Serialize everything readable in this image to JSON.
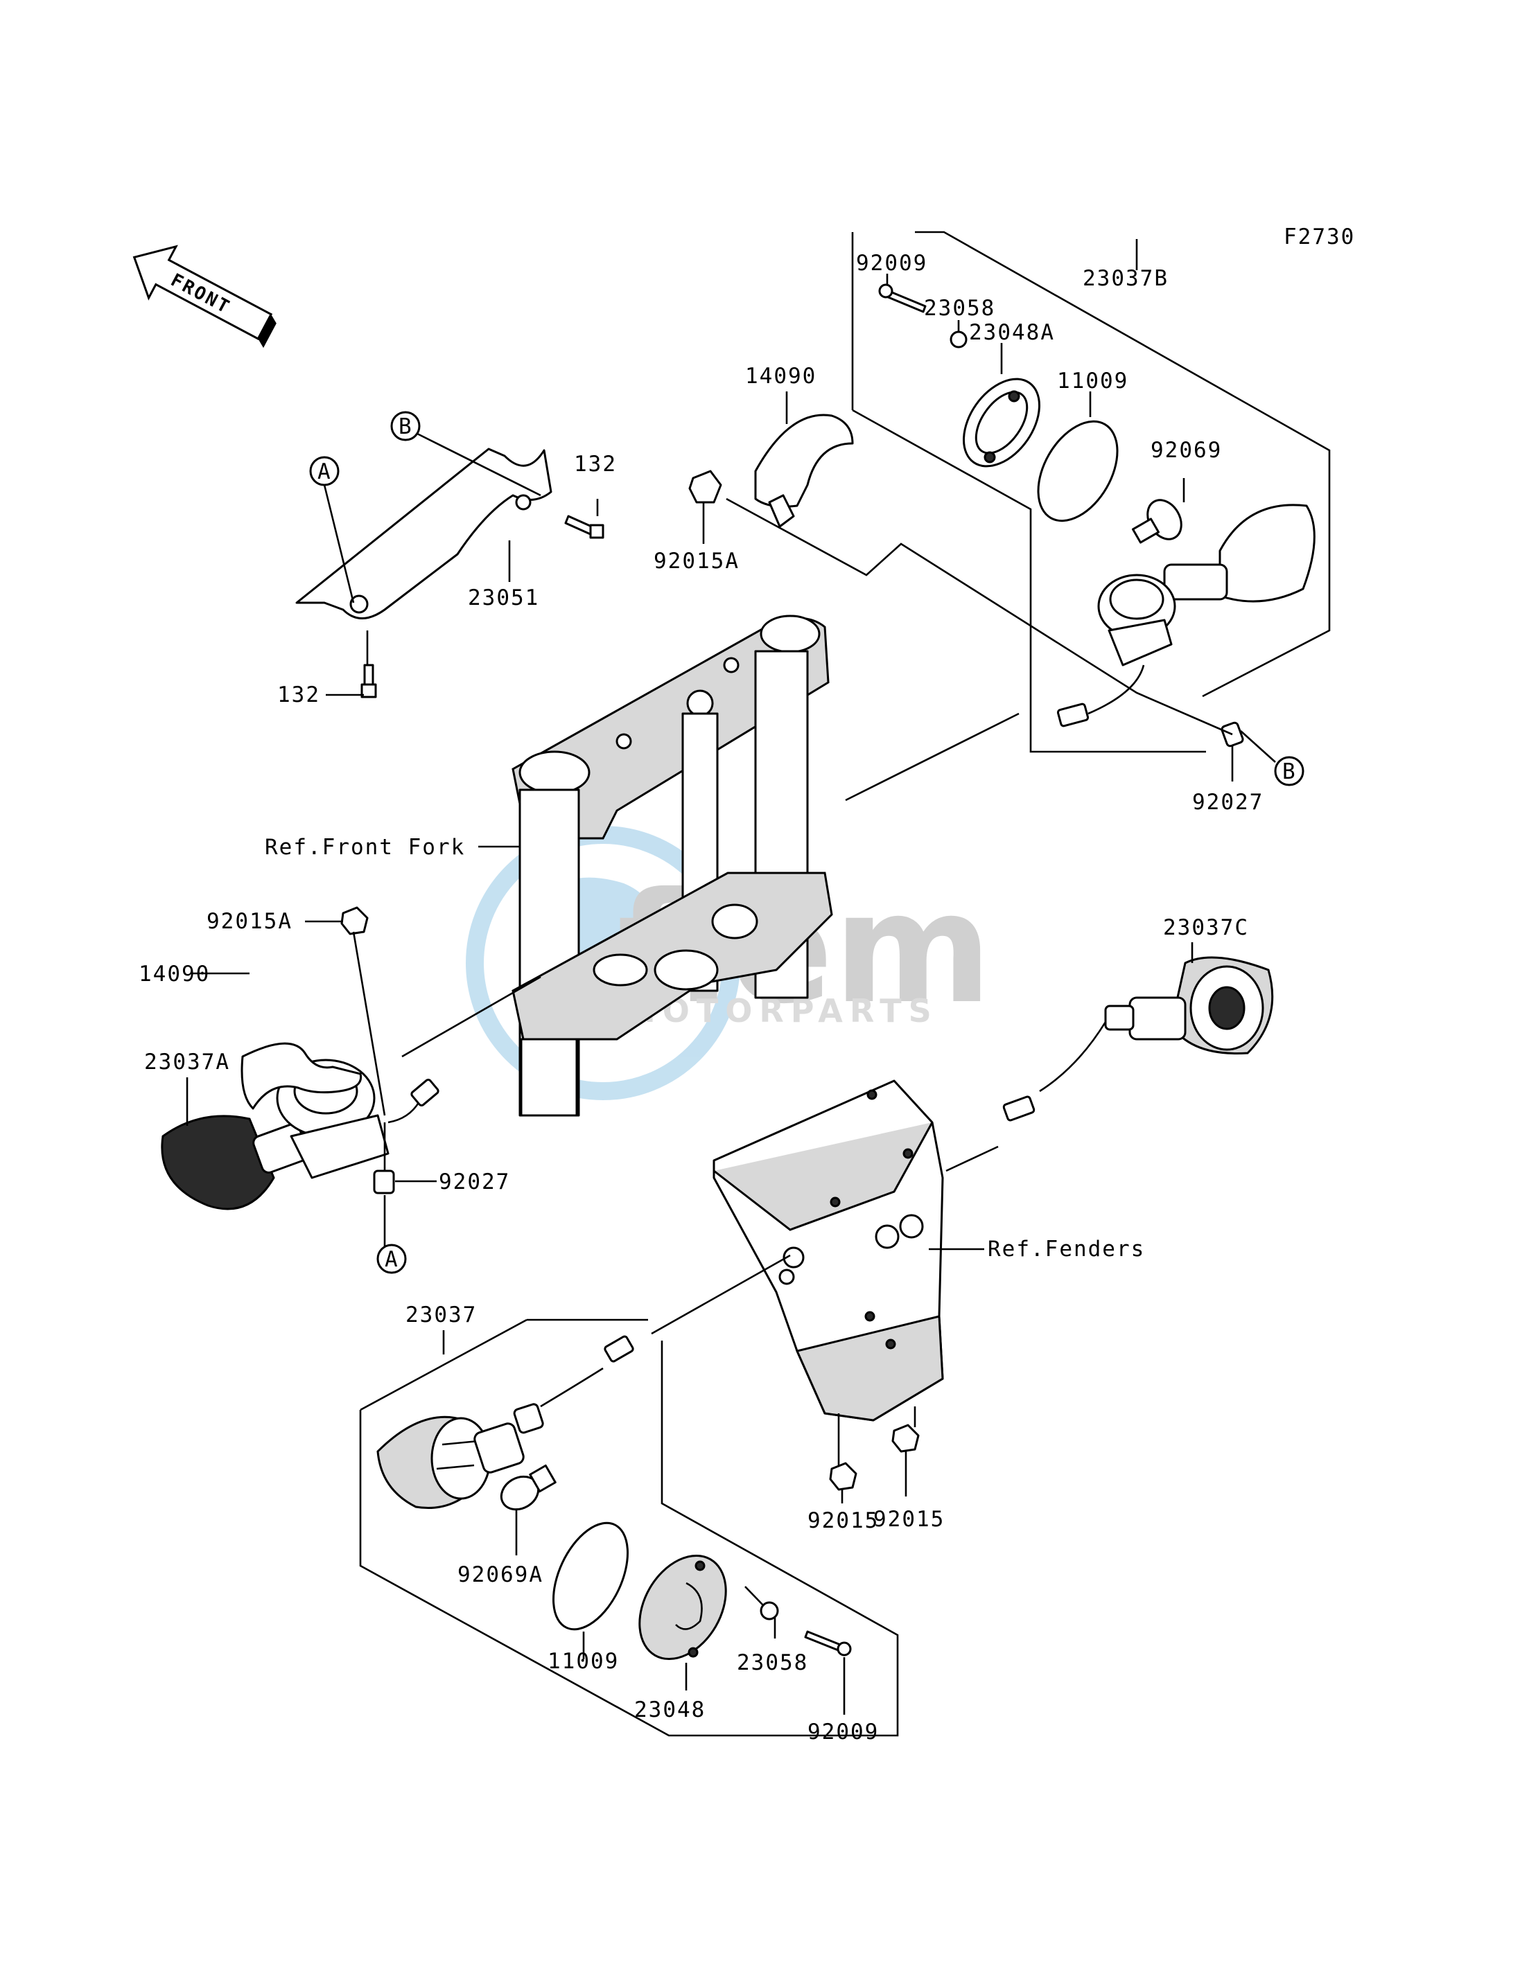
{
  "figure_code": "F2730",
  "front_arrow_label": "FRONT",
  "watermark": {
    "line1": "fiem",
    "line2": "MOTORPARTS"
  },
  "reference_labels": {
    "front_fork": "Ref.Front Fork",
    "fenders": "Ref.Fenders"
  },
  "callout_markers": {
    "a_top": "A",
    "a_bottom": "A",
    "b_top": "B",
    "b_bottom": "B"
  },
  "part_labels": {
    "p92009_top": "92009",
    "p23058_top": "23058",
    "p23048A": "23048A",
    "p23037B": "23037B",
    "p11009_top": "11009",
    "p92069": "92069",
    "p14090_top": "14090",
    "p92015A_top": "92015A",
    "p132_right": "132",
    "p23051": "23051",
    "p132_left": "132",
    "p92027_right": "92027",
    "p92015A_left": "92015A",
    "p14090_left": "14090",
    "p23037A": "23037A",
    "p92027_left": "92027",
    "p23037C": "23037C",
    "p23037": "23037",
    "p92015_a": "92015",
    "p92015_b": "92015",
    "p92069A": "92069A",
    "p11009_bottom": "11009",
    "p23048": "23048",
    "p23058_bottom": "23058",
    "p92009_bottom": "92009"
  }
}
